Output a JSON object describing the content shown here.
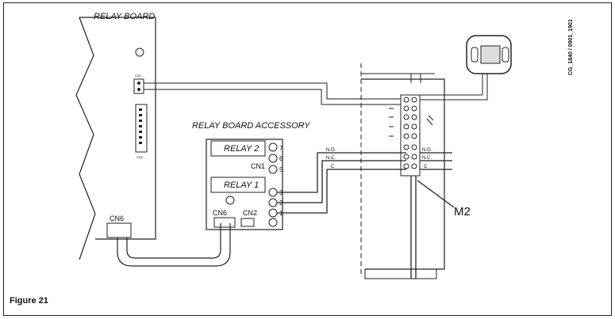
{
  "figure": {
    "caption": "Figure 21",
    "code": "CG_1840 / 0901_1901"
  },
  "labels": {
    "relay_board": "RELAY BOARD",
    "relay_board_accessory": "RELAY BOARD ACCESSORY",
    "relay2": "RELAY 2",
    "relay1": "RELAY 1",
    "cn1": "CN1",
    "cn6_main": "CN6",
    "cn6_accessory": "CN6",
    "cn2_accessory": "CN2",
    "cn1_small": "CN1",
    "cn2_small": "CN2",
    "m2": "M2",
    "no": "N.O.",
    "nc": "N.C.",
    "c": "C",
    "no_right": "N.O.",
    "nc_right": "N.C.",
    "c_right": "C"
  },
  "terminals_upper": [
    "7",
    "6",
    "5"
  ],
  "terminals_lower": [
    "3",
    "2",
    "1"
  ]
}
